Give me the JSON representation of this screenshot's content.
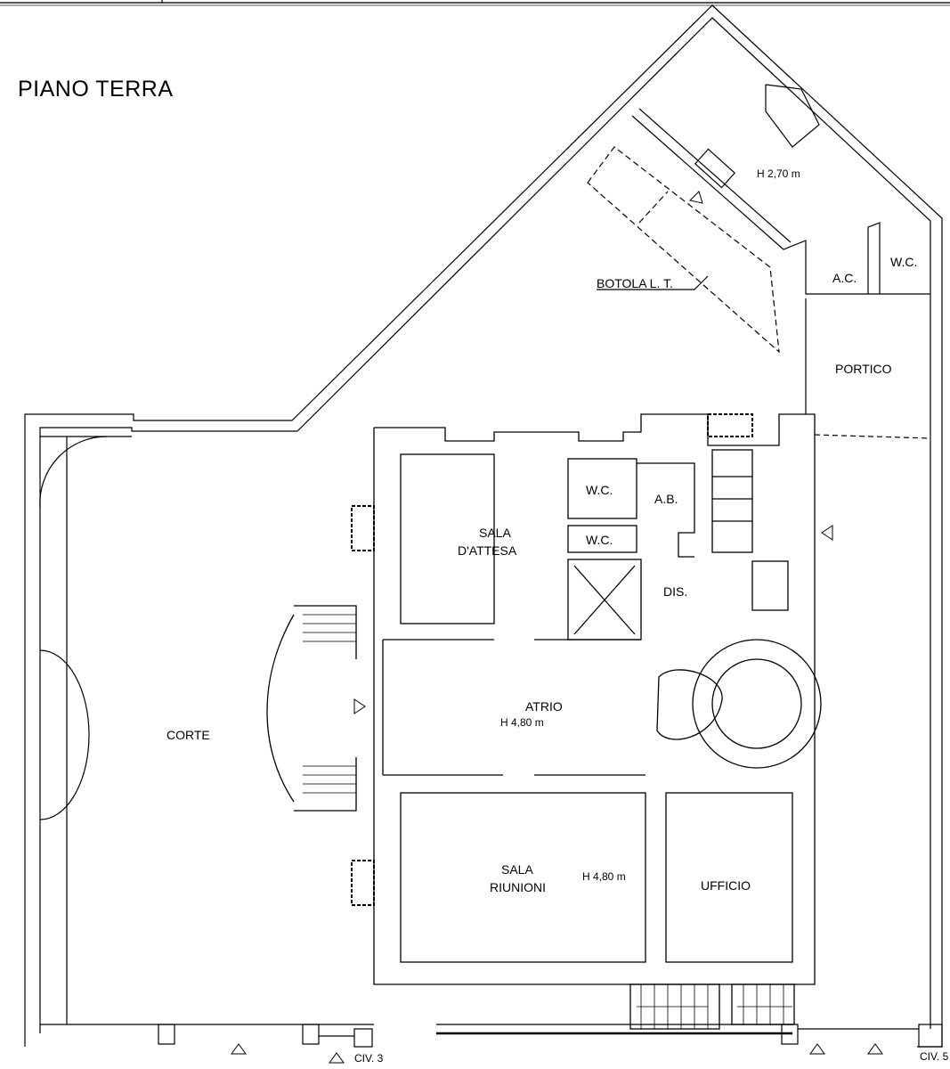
{
  "plan": {
    "title": "PIANO TERRA",
    "rooms": {
      "corte": "CORTE",
      "sala_attesa_1": "SALA",
      "sala_attesa_2": "D'ATTESA",
      "wc_1": "W.C.",
      "wc_2": "W.C.",
      "wc_annex": "W.C.",
      "ab": "A.B.",
      "ac": "A.C.",
      "dis": "DIS.",
      "atrio": "ATRIO",
      "atrio_height": "H 4,80 m",
      "sala_riunioni_1": "SALA",
      "sala_riunioni_2": "RIUNIONI",
      "riunioni_height": "H 4,80 m",
      "ufficio": "UFFICIO",
      "portico": "PORTICO",
      "annex_height": "H 2,70 m",
      "botola": "BOTOLA L. T."
    },
    "entrances": {
      "civ3": "CIV. 3",
      "civ5": "CIV. 5"
    }
  }
}
